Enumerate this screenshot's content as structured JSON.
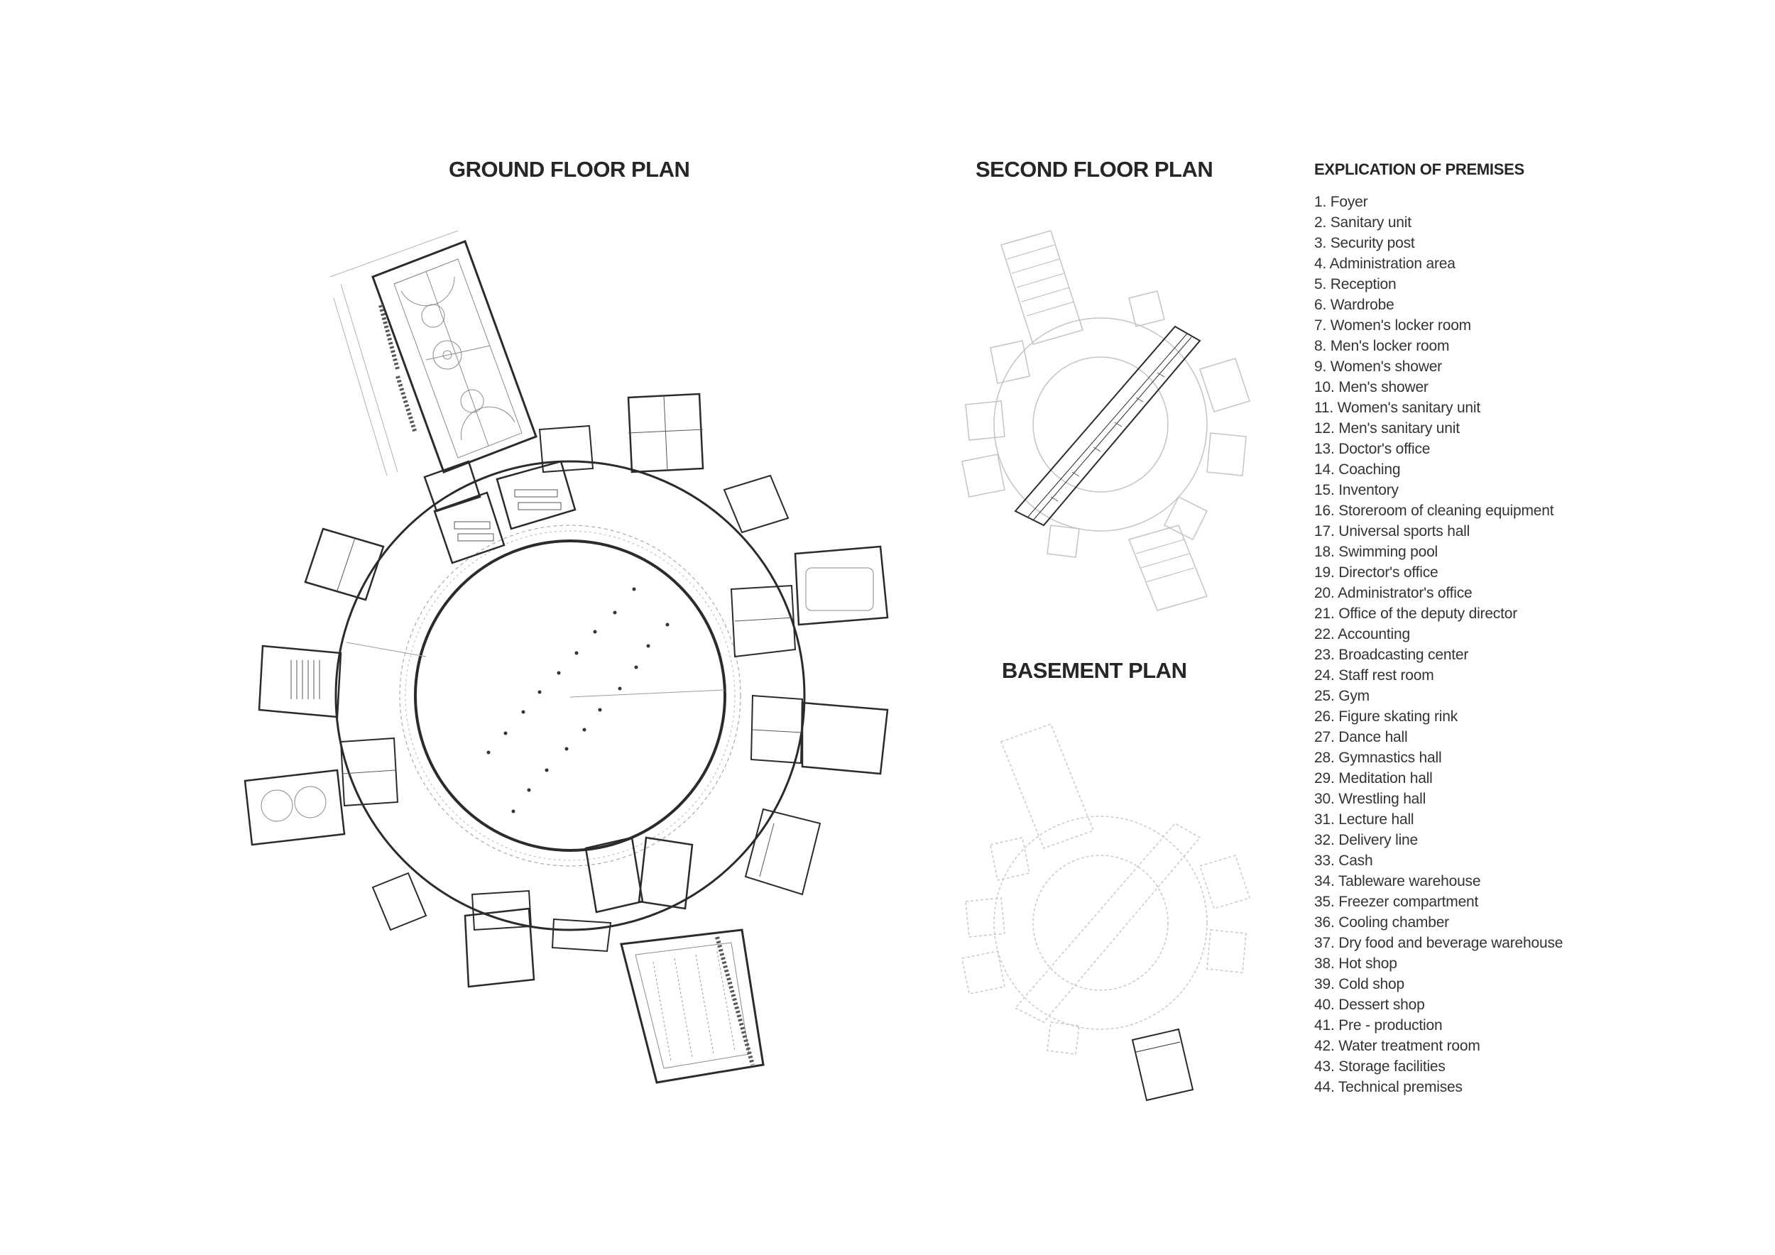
{
  "titles": {
    "ground": "GROUND FLOOR PLAN",
    "second": "SECOND FLOOR PLAN",
    "basement": "BASEMENT PLAN"
  },
  "legend": {
    "title": "EXPLICATION OF PREMISES",
    "items": [
      "1. Foyer",
      "2. Sanitary unit",
      "3. Security post",
      "4. Administration area",
      "5. Reception",
      "6. Wardrobe",
      "7. Women's locker room",
      "8. Men's locker room",
      "9. Women's shower",
      "10. Men's shower",
      "11. Women's sanitary unit",
      "12. Men's sanitary unit",
      "13. Doctor's office",
      "14. Coaching",
      "15. Inventory",
      "16. Storeroom of cleaning equipment",
      "17. Universal sports hall",
      "18. Swimming pool",
      "19. Director's office",
      "20. Administrator's office",
      "21. Office of the deputy director",
      "22. Accounting",
      "23. Broadcasting center",
      "24. Staff rest room",
      "25. Gym",
      "26. Figure skating rink",
      "27. Dance hall",
      "28. Gymnastics hall",
      "29. Meditation hall",
      "30. Wrestling hall",
      "31. Lecture hall",
      "32. Delivery line",
      "33. Cash",
      "34. Tableware warehouse",
      "35. Freezer compartment",
      "36. Cooling chamber",
      "37. Dry food and beverage warehouse",
      "38. Hot shop",
      "39. Cold shop",
      "40. Dessert shop",
      "41. Pre - production",
      "42. Water treatment room",
      "43. Storage facilities",
      "44. Technical premises"
    ]
  },
  "colors": {
    "wall": "#2b2b2b",
    "thin_line": "#8a8a8a",
    "faint_line": "#c4c4c4",
    "dashed_line": "#bdbdbd"
  }
}
